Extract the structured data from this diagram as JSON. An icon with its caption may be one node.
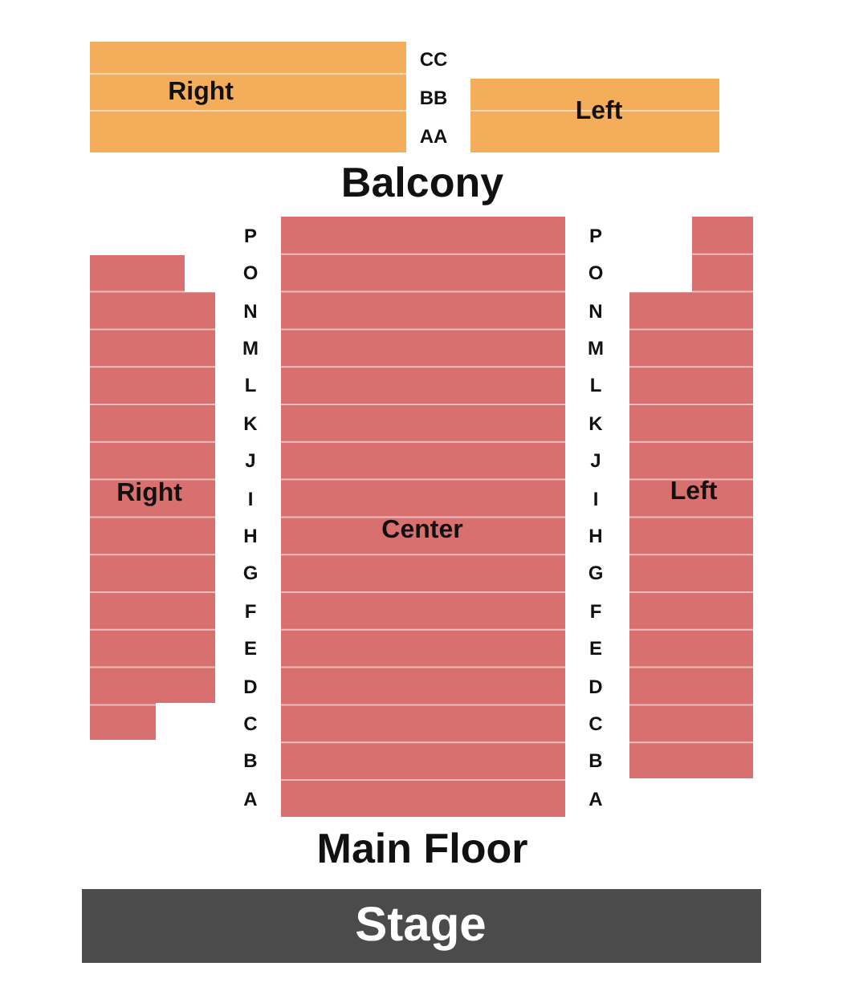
{
  "diagram": {
    "nodes": [
      {
        "text": [
          "Right"
        ]
      },
      {
        "text": [
          "Left"
        ]
      },
      {
        "text": [
          "Right"
        ]
      },
      {
        "text": [
          "Center"
        ]
      },
      {
        "text": [
          "Left"
        ]
      },
      {
        "text": [
          "Stage"
        ]
      }
    ],
    "edges": [],
    "labels": [
      "CC",
      "BB",
      "AA",
      "Balcony",
      "P",
      "P",
      "O",
      "O",
      "N",
      "N",
      "M",
      "M",
      "L",
      "L",
      "K",
      "K",
      "J",
      "J",
      "I",
      "I",
      "H",
      "H",
      "G",
      "G",
      "F",
      "F",
      "E",
      "E",
      "D",
      "D",
      "C",
      "C",
      "B",
      "B",
      "A",
      "A",
      "Main Floor"
    ]
  }
}
